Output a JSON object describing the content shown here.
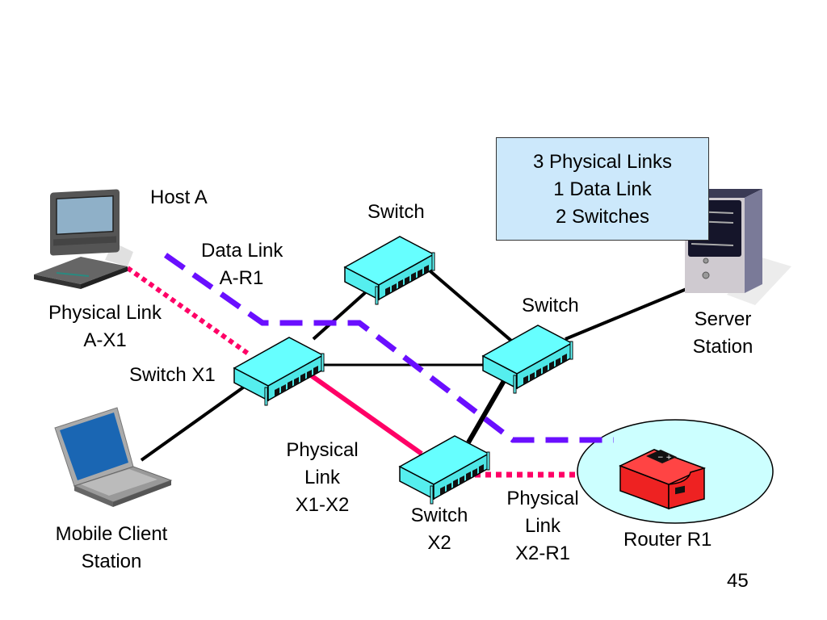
{
  "slide": {
    "page_number": "45",
    "summary": {
      "lines": [
        "3 Physical Links",
        "1 Data Link",
        "2 Switches"
      ]
    },
    "nodes": {
      "host_a": {
        "label": "Host A",
        "icon": "desktop-terminal-icon"
      },
      "mobile_client": {
        "label_lines": [
          "Mobile Client",
          "Station"
        ],
        "icon": "laptop-icon"
      },
      "server": {
        "label_lines": [
          "Server",
          "Station"
        ],
        "icon": "server-tower-icon"
      },
      "switch_x1": {
        "label": "Switch X1",
        "icon": "network-switch-icon"
      },
      "switch_top": {
        "label": "Switch",
        "icon": "network-switch-icon"
      },
      "switch_right": {
        "label": "Switch",
        "icon": "network-switch-icon"
      },
      "switch_x2": {
        "label_lines": [
          "Switch",
          "X2"
        ],
        "icon": "network-switch-icon"
      },
      "router_r1": {
        "label": "Router R1",
        "icon": "router-icon"
      }
    },
    "links": {
      "data_link": {
        "label_lines": [
          "Data Link",
          "A-R1"
        ],
        "style": "dashed",
        "color": "#6a0fff"
      },
      "phys_a_x1": {
        "label_lines": [
          "Physical Link",
          "A-X1"
        ],
        "style": "dotted",
        "color": "#ff0066"
      },
      "phys_x1_x2": {
        "label_lines": [
          "Physical",
          "Link",
          "X1-X2"
        ],
        "style": "solid",
        "color": "#ff0066"
      },
      "phys_x2_r1": {
        "label_lines": [
          "Physical",
          "Link",
          "X2-R1"
        ],
        "style": "dotted",
        "color": "#ff0066"
      },
      "cable_color": "#000000"
    },
    "colors": {
      "switch_fill": "#66ffff",
      "router_fill": "#ff3333",
      "router_halo": "#ccffff",
      "summary_fill": "#cce8fb"
    }
  }
}
